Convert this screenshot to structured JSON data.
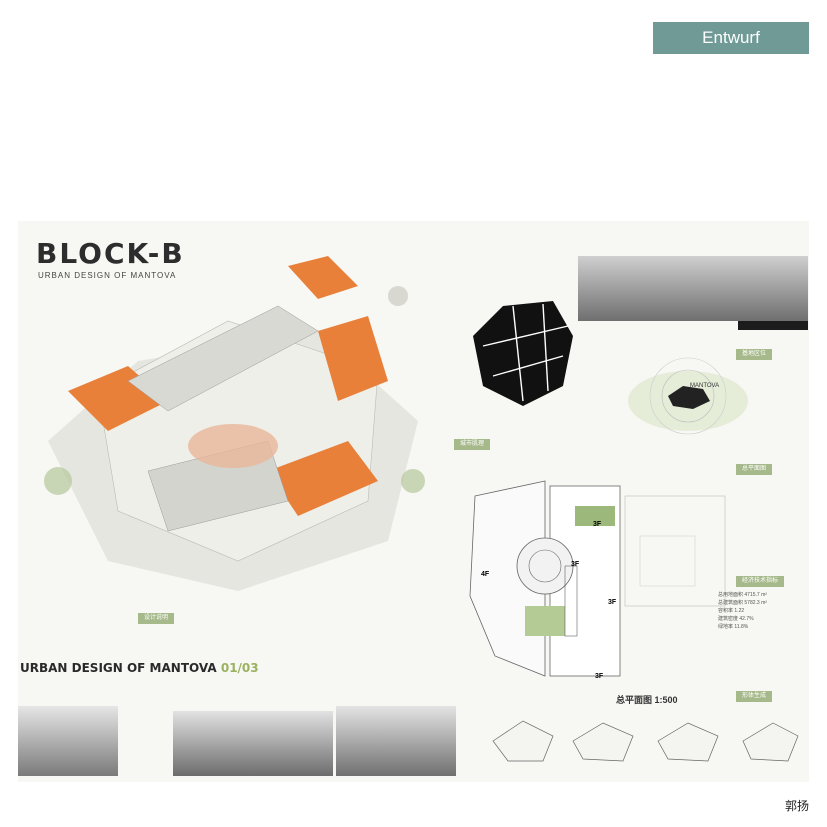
{
  "header": {
    "tag_label": "Entwurf"
  },
  "poster": {
    "title": "BLOCK-B",
    "subtitle": "URBAN DESIGN OF MANTOVA",
    "labels": {
      "location": "基地区位",
      "site_analysis": "城市肌理",
      "design_desc": "设计说明",
      "site_plan": "总平面图",
      "tech_indicators": "经济技术指标",
      "massing": "形体生成"
    },
    "map_place": "MANTOVA",
    "floor_tags": [
      "3F",
      "3F",
      "3F",
      "4F",
      "3F"
    ],
    "scale_label": "总平面图 1:500",
    "lower_title_text": "URBAN DESIGN OF MANTOVA",
    "lower_title_num": "01/03",
    "stats": [
      {
        "k": "总用地面积",
        "v": "4715.7 m²"
      },
      {
        "k": "总建筑面积",
        "v": "5782.3 m²"
      },
      {
        "k": "容积率",
        "v": "1.22"
      },
      {
        "k": "建筑密度",
        "v": "42.7%"
      },
      {
        "k": "绿地率",
        "v": "11.8%"
      }
    ]
  },
  "footer": {
    "author": "郭扬"
  },
  "colors": {
    "tag_bg": "#6f9a95",
    "accent_green": "#a6b98a",
    "roof_orange": "#e8803a"
  }
}
